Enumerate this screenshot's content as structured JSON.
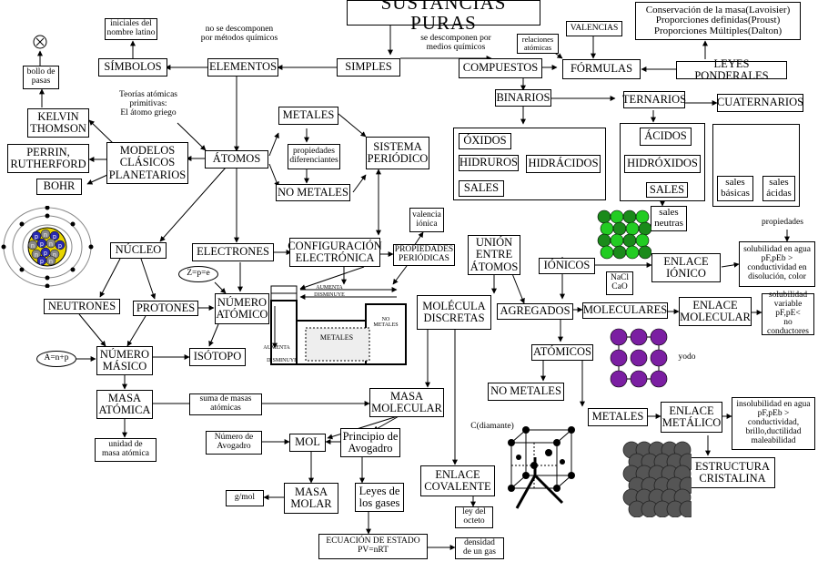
{
  "title": "SUSTANCIAS PURAS",
  "nodes": {
    "simples": "SIMPLES",
    "compuestos": "COMPUESTOS",
    "elementos": "ELEMENTOS",
    "simbolos": "SÍMBOLOS",
    "iniciales": "iniciales del\nnombre latino",
    "no_descomponen": "no se descomponen\npor métodos químicos",
    "se_descomponen": "se descomponen por\nmedios químicos",
    "relaciones_atomicas": "relaciones\natómicas",
    "valencias": "VALENCIAS",
    "formulas": "FÓRMULAS",
    "leyes_ponderales": "LEYES PONDERALES",
    "leyes_list": "Conservación de la masa(Lavoisier)\nProporciones definidas(Proust)\nProporciones Múltiples(Dalton)",
    "binarios": "BINARIOS",
    "ternarios": "TERNARIOS",
    "cuaternarios": "CUATERNARIOS",
    "oxidos": "ÓXIDOS",
    "hidruros": "HIDRUROS",
    "hidracidos": "HIDRÁCIDOS",
    "sales": "SALES",
    "acidos": "ÁCIDOS",
    "hidroxidos": "HIDRÓXIDOS",
    "sales_t": "SALES",
    "sales_neutras": "sales\nneutras",
    "sales_basicas": "sales\nbásicas",
    "sales_acidas": "sales\nácidas",
    "bollo": "bollo de\npasas",
    "kelvin": "KELVIN\nTHOMSON",
    "perrin": "PERRIN,\nRUTHERFORD",
    "bohr": "BOHR",
    "modelos": "MODELOS\nCLÁSICOS\nPLANETARIOS",
    "teorias": "Teorías atómicas\nprimitivas:\nEl átomo griego",
    "atomos": "ÁTOMOS",
    "metales": "METALES",
    "no_metales": "NO METALES",
    "propiedades_dif": "propiedades\ndiferenciantes",
    "sistema": "SISTEMA\nPERIÓDICO",
    "nucleo": "NÚCLEO",
    "electrones": "ELECTRONES",
    "configuracion": "CONFIGURACIÓN\nELECTRÓNICA",
    "valencia_ionica": "valencia\niónica",
    "propiedades_per": "PROPIEDADES\nPERIÓDICAS",
    "union": "UNIÓN\nENTRE\nÁTOMOS",
    "neutrones": "NEUTRONES",
    "protones": "PROTONES",
    "zpe": "Z=p=e",
    "numero_atomico": "NÚMERO\nATÓMICO",
    "anp": "A=n+p",
    "numero_masico": "NÚMERO\nMÁSICO",
    "isotopo": "ISÓTOPO",
    "masa_atomica": "MASA\nATÓMICA",
    "suma_masas": "suma de masas\natómicas",
    "masa_molecular": "MASA\nMOLECULAR",
    "unidad_masa": "unidad de\nmasa atómica",
    "avogadro_num": "Número de\nAvogadro",
    "mol": "MOL",
    "principio": "Principio de\nAvogadro",
    "gmol": "g/mol",
    "masa_molar": "MASA\nMOLAR",
    "leyes_gases": "Leyes de\nlos gases",
    "ecuacion": "ECUACIÓN DE ESTADO\nPV=nRT",
    "densidad": "densidad\nde un gas",
    "molecula": "MOLÉCULA\nDISCRETAS",
    "enlace_cov": "ENLACE\nCOVALENTE",
    "ley_octeto": "ley del\nocteto",
    "cdiamante": "C(diamante)",
    "agregados": "AGREGADOS",
    "ionicos": "IÓNICOS",
    "nacl": "NaCl\nCaO",
    "enlace_ionico": "ENLACE\nIÓNICO",
    "props_label": "propiedades",
    "props_ionico": "solubilidad en agua\npF,pEb >\nconductividad en\ndisolución, color",
    "moleculares": "MOLECULARES",
    "enlace_molecular": "ENLACE\nMOLECULAR",
    "props_molecular": "solubilidad\nvariable\npF,pE<\nno conductores",
    "atomicos": "ATÓMICOS",
    "yodo": "yodo",
    "no_metales_b": "NO METALES",
    "metales_b": "METALES",
    "enlace_metalico": "ENLACE\nMETÁLICO",
    "props_metalico": "insolubilidad en agua\npF,pEb >\nconductividad,\nbrillo,ductilidad\nmaleabilidad",
    "estructura": "ESTRUCTURA\nCRISTALINA"
  },
  "table_labels": {
    "aumenta_top": "AUMENTA",
    "disminuye_top": "DISMINUYE",
    "metales_label": "METALES",
    "no_metales_label": "NO\nMETALES",
    "aumenta_left": "AUMENTA",
    "disminuye_left": "DISMINUYE"
  },
  "nucleus_letters": [
    "p",
    "n",
    "p",
    "n",
    "p",
    "n",
    "p",
    "n",
    "p",
    "n",
    "p",
    "n"
  ],
  "colors": {
    "ionic": "#22cc22",
    "molecular": "#7b1fa2",
    "metal": "#555555",
    "nucleus": "#e8d500",
    "nucleon": "#2a2ab0"
  }
}
